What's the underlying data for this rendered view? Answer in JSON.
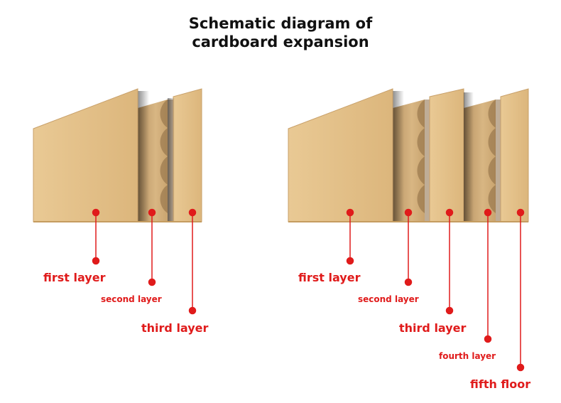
{
  "title": {
    "line1": "Schematic diagram of",
    "line2": "cardboard expansion"
  },
  "colors": {
    "accent": "#e01b1b",
    "board": "#e6c48d",
    "board_edge": "#c59c60",
    "flute": "#d4b07c"
  },
  "left_diagram": {
    "labels": [
      "first layer",
      "second layer",
      "third layer"
    ]
  },
  "right_diagram": {
    "labels": [
      "first layer",
      "second layer",
      "third layer",
      "fourth layer",
      "fifth floor"
    ]
  }
}
